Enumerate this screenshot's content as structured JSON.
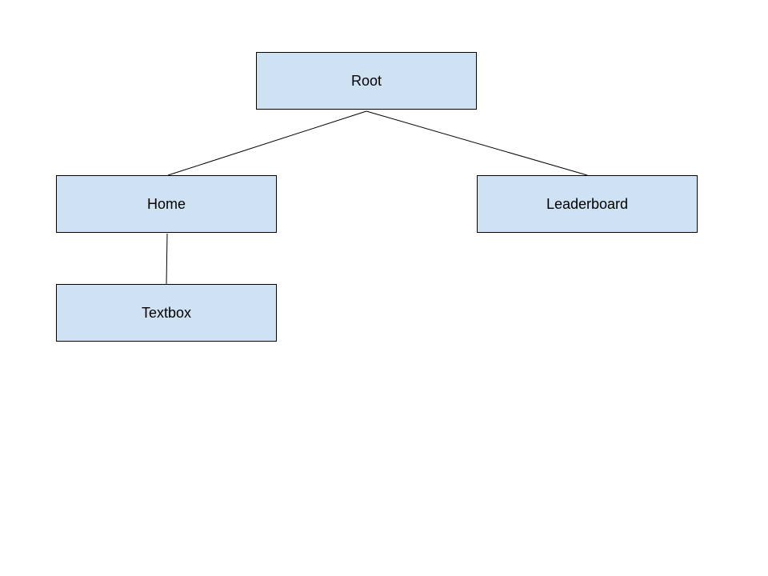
{
  "diagram": {
    "type": "tree",
    "colors": {
      "node_fill": "#cfe2f3",
      "node_border": "#000000",
      "connector": "#000000",
      "text": "#000000"
    },
    "nodes": {
      "root": {
        "label": "Root"
      },
      "home": {
        "label": "Home"
      },
      "leaderboard": {
        "label": "Leaderboard"
      },
      "textbox": {
        "label": "Textbox"
      }
    },
    "edges": [
      {
        "from": "root",
        "to": "home"
      },
      {
        "from": "root",
        "to": "leaderboard"
      },
      {
        "from": "home",
        "to": "textbox"
      }
    ]
  }
}
